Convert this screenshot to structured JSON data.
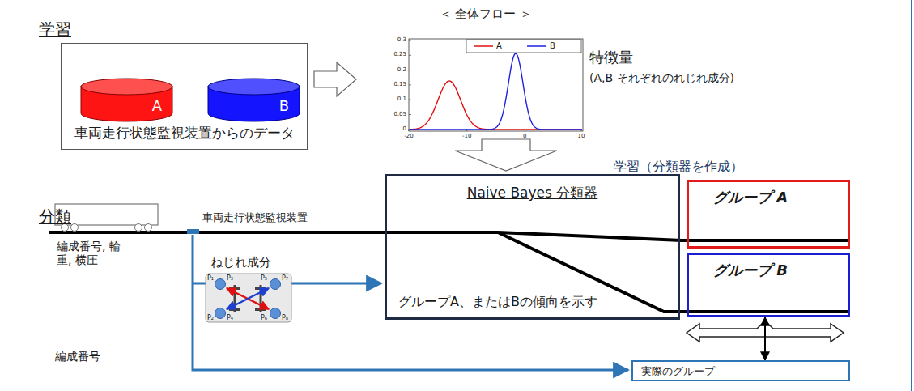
{
  "diagram": {
    "title": "＜ 全体フロー ＞",
    "nodes": [
      {
        "text": [
          "車両走行状態監視装置からのデータ"
        ]
      },
      {
        "text": [
          "A"
        ],
        "in": 0
      },
      {
        "text": [
          "B"
        ],
        "in": 0
      },
      {
        "text": [
          "Naive Bayes 分類器",
          "グループA、またはBの傾向を示す"
        ]
      },
      {
        "text": [
          "グループ A"
        ]
      },
      {
        "text": [
          "グループ B"
        ]
      },
      {
        "text": [
          "実際のグループ"
        ]
      }
    ],
    "edges": [
      {
        "from": 3,
        "to": 4,
        "arrow": "none"
      },
      {
        "from": 3,
        "to": 5,
        "arrow": "none"
      },
      {
        "from": 5,
        "to": 6,
        "arrow": "both"
      }
    ],
    "labels": [
      "学習",
      "分類",
      "特徴量",
      "(A,B それぞれのれじれ成分)",
      "学習（分類器を作成）",
      "車両走行状態監視装置",
      "編成番号, 輪重, 横圧",
      "ねじれ成分",
      "P₁",
      "P₂",
      "P₃",
      "P₄",
      "P₅",
      "P₆",
      "P₇",
      "P₈",
      "編成番号",
      "0.3",
      "0.25",
      "0.2",
      "0.15",
      "0.1",
      "0.05",
      "0",
      "-20",
      "-10",
      "0",
      "10"
    ],
    "legend": [
      {
        "text": "A"
      },
      {
        "text": "B"
      }
    ]
  }
}
